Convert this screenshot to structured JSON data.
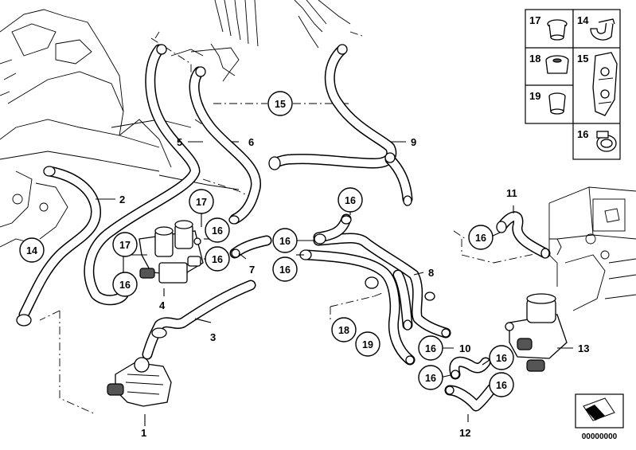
{
  "callouts": {
    "p1": "1",
    "p2": "2",
    "p3": "3",
    "p4": "4",
    "p5": "5",
    "p6": "6",
    "p7": "7",
    "p8": "8",
    "p9": "9",
    "p10": "10",
    "p11": "11",
    "p12": "12",
    "p13": "13"
  },
  "circled": {
    "c15": "15",
    "c14": "14",
    "c17": "17",
    "c16": "16",
    "c18": "18",
    "c19": "19"
  },
  "legend": {
    "l17": "17",
    "l14": "14",
    "l18": "18",
    "l15": "15",
    "l19": "19",
    "l16": "16"
  },
  "catalog_number": "00000000"
}
